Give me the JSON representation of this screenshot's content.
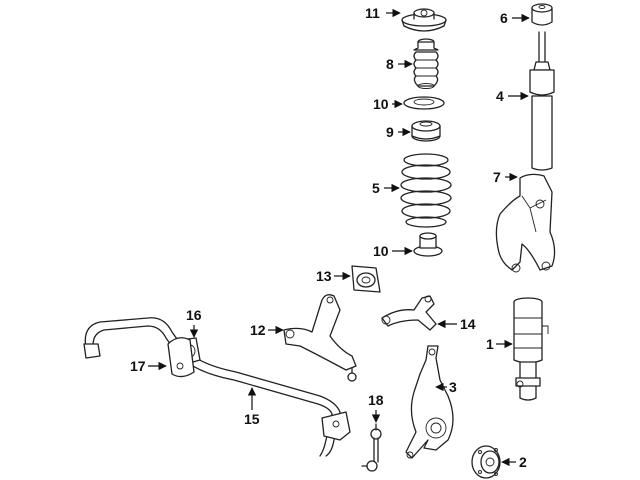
{
  "callouts": [
    {
      "id": "11",
      "text": "11"
    },
    {
      "id": "8",
      "text": "8"
    },
    {
      "id": "10a",
      "text": "10"
    },
    {
      "id": "9",
      "text": "9"
    },
    {
      "id": "5",
      "text": "5"
    },
    {
      "id": "10b",
      "text": "10"
    },
    {
      "id": "6",
      "text": "6"
    },
    {
      "id": "4",
      "text": "4"
    },
    {
      "id": "7",
      "text": "7"
    },
    {
      "id": "13",
      "text": "13"
    },
    {
      "id": "12",
      "text": "12"
    },
    {
      "id": "14",
      "text": "14"
    },
    {
      "id": "16",
      "text": "16"
    },
    {
      "id": "17",
      "text": "17"
    },
    {
      "id": "15",
      "text": "15"
    },
    {
      "id": "18",
      "text": "18"
    },
    {
      "id": "3",
      "text": "3"
    },
    {
      "id": "1",
      "text": "1"
    },
    {
      "id": "2",
      "text": "2"
    }
  ]
}
